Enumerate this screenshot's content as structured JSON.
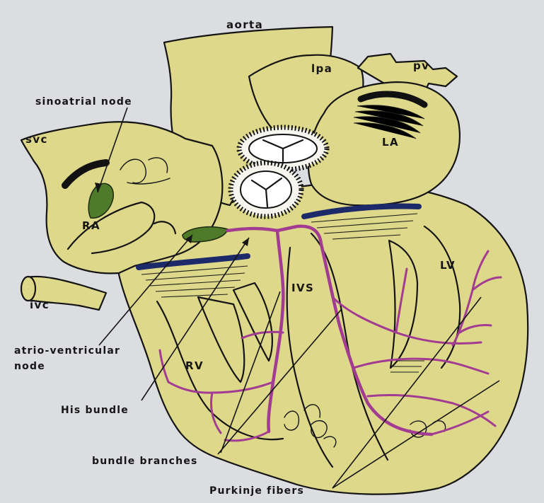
{
  "diagram": {
    "labels": {
      "aorta": "aorta",
      "lpa": "lpa",
      "pv": "pv",
      "svc": "svc",
      "la": "LA",
      "ra": "RA",
      "ivs": "IVS",
      "lv": "LV",
      "rv": "RV",
      "ivc": "ivc"
    },
    "callouts": {
      "sinoatrial_node": "sinoatrial node",
      "av_node_line1": "atrio-ventricular",
      "av_node_line2": "node",
      "his_bundle": "His bundle",
      "bundle_branches": "bundle branches",
      "purkinje_fibers": "Purkinje fibers"
    },
    "colors": {
      "background": "#dcdde0",
      "heart_fill": "#ded88a",
      "outline": "#141414",
      "conduction_path": "#a23c92",
      "node_fill": "#4f7a2a",
      "valve_band": "#1d2a6a"
    }
  }
}
